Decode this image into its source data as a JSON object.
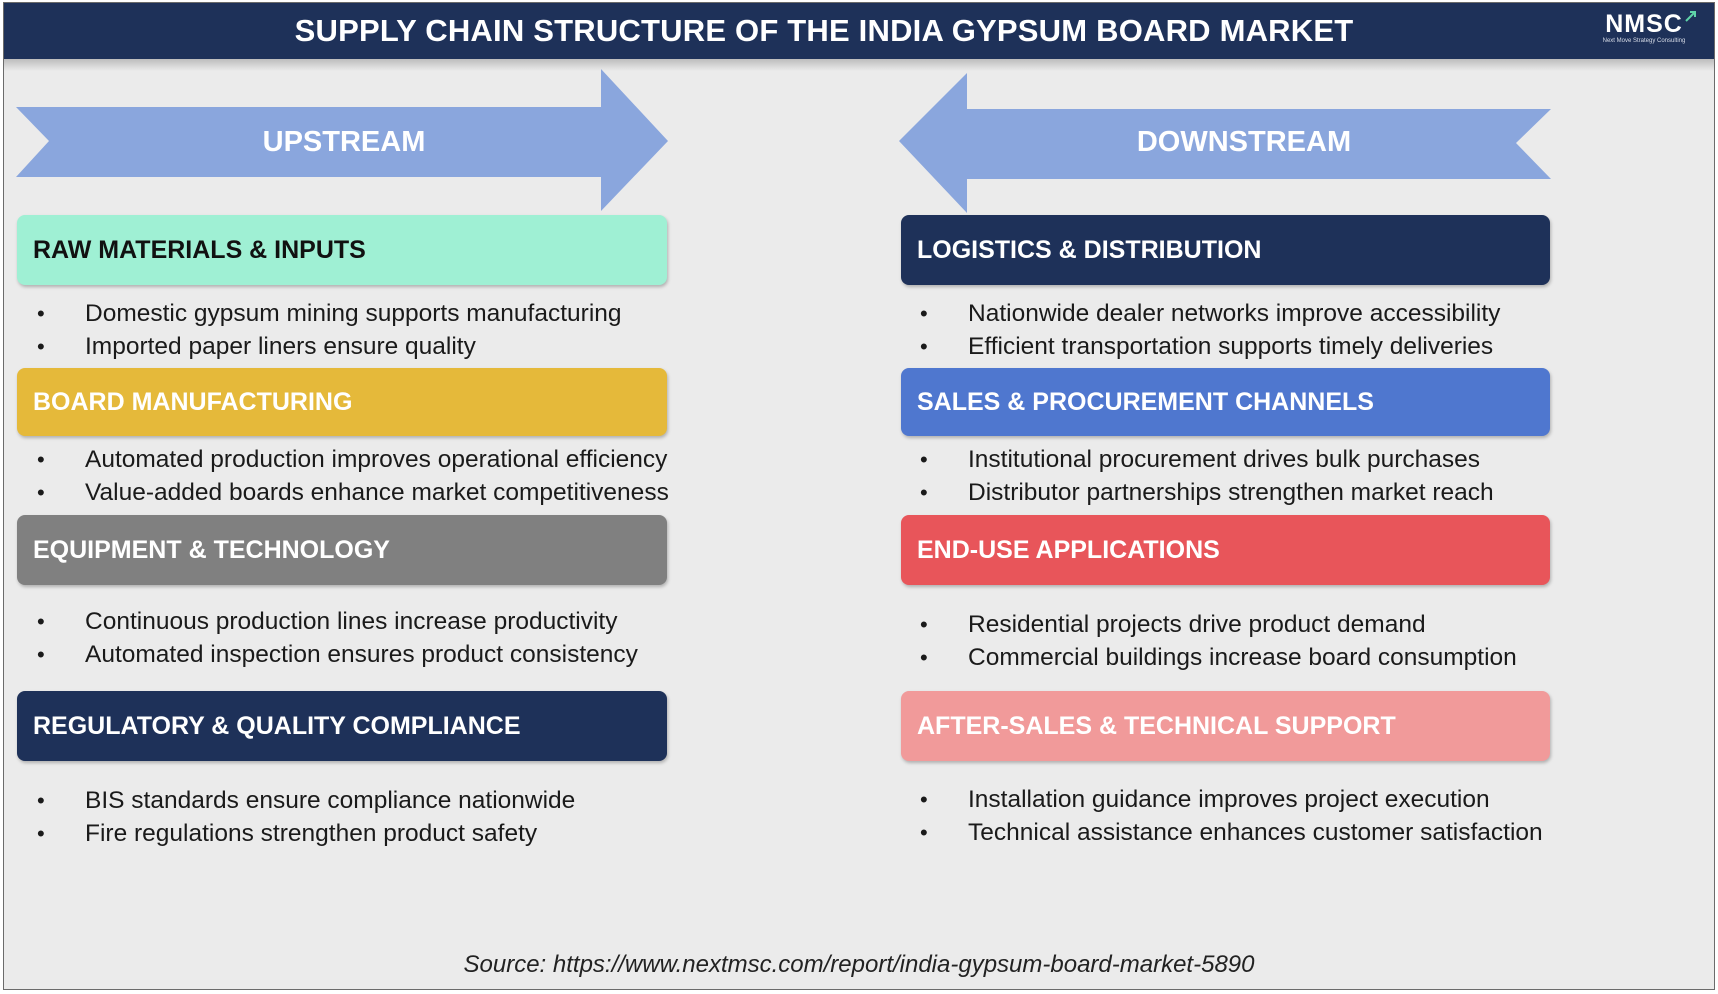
{
  "header": {
    "title": "SUPPLY CHAIN STRUCTURE OF THE INDIA GYPSUM BOARD MARKET",
    "logo_text": "NMSC",
    "logo_tagline": "Next Move Strategy Consulting"
  },
  "arrows": {
    "upstream": "UPSTREAM",
    "downstream": "DOWNSTREAM",
    "color": "#8aa6dd"
  },
  "upstream": [
    {
      "title": "RAW MATERIALS & INPUTS",
      "color": "#9ff0d4",
      "text_color": "#111111",
      "points": [
        "Domestic gypsum mining supports manufacturing",
        "Imported paper liners ensure quality"
      ]
    },
    {
      "title": "BOARD MANUFACTURING",
      "color": "#e5b93a",
      "text_color": "#ffffff",
      "points": [
        "Automated production improves operational efficiency",
        "Value-added boards enhance market competitiveness"
      ]
    },
    {
      "title": "EQUIPMENT & TECHNOLOGY",
      "color": "#808080",
      "text_color": "#ffffff",
      "points": [
        "Continuous production lines increase productivity",
        "Automated inspection ensures product consistency"
      ]
    },
    {
      "title": "REGULATORY & QUALITY COMPLIANCE",
      "color": "#1e3159",
      "text_color": "#ffffff",
      "points": [
        "BIS standards ensure compliance nationwide",
        "Fire regulations strengthen product safety"
      ]
    }
  ],
  "downstream": [
    {
      "title": "LOGISTICS & DISTRIBUTION",
      "color": "#1e3159",
      "text_color": "#ffffff",
      "points": [
        "Nationwide dealer networks improve accessibility",
        "Efficient transportation supports timely deliveries"
      ]
    },
    {
      "title": "SALES & PROCUREMENT CHANNELS",
      "color": "#4f77cf",
      "text_color": "#ffffff",
      "points": [
        "Institutional procurement drives bulk purchases",
        "Distributor partnerships strengthen market reach"
      ]
    },
    {
      "title": "END-USE APPLICATIONS",
      "color": "#e8555a",
      "text_color": "#ffffff",
      "points": [
        "Residential projects drive product demand",
        "Commercial buildings increase board consumption"
      ]
    },
    {
      "title": "AFTER-SALES & TECHNICAL SUPPORT",
      "color": "#f19a9a",
      "text_color": "#ffffff",
      "points": [
        "Installation guidance improves project execution",
        "Technical assistance enhances customer satisfaction"
      ]
    }
  ],
  "source": "Source: https://www.nextmsc.com/report/india-gypsum-board-market-5890"
}
